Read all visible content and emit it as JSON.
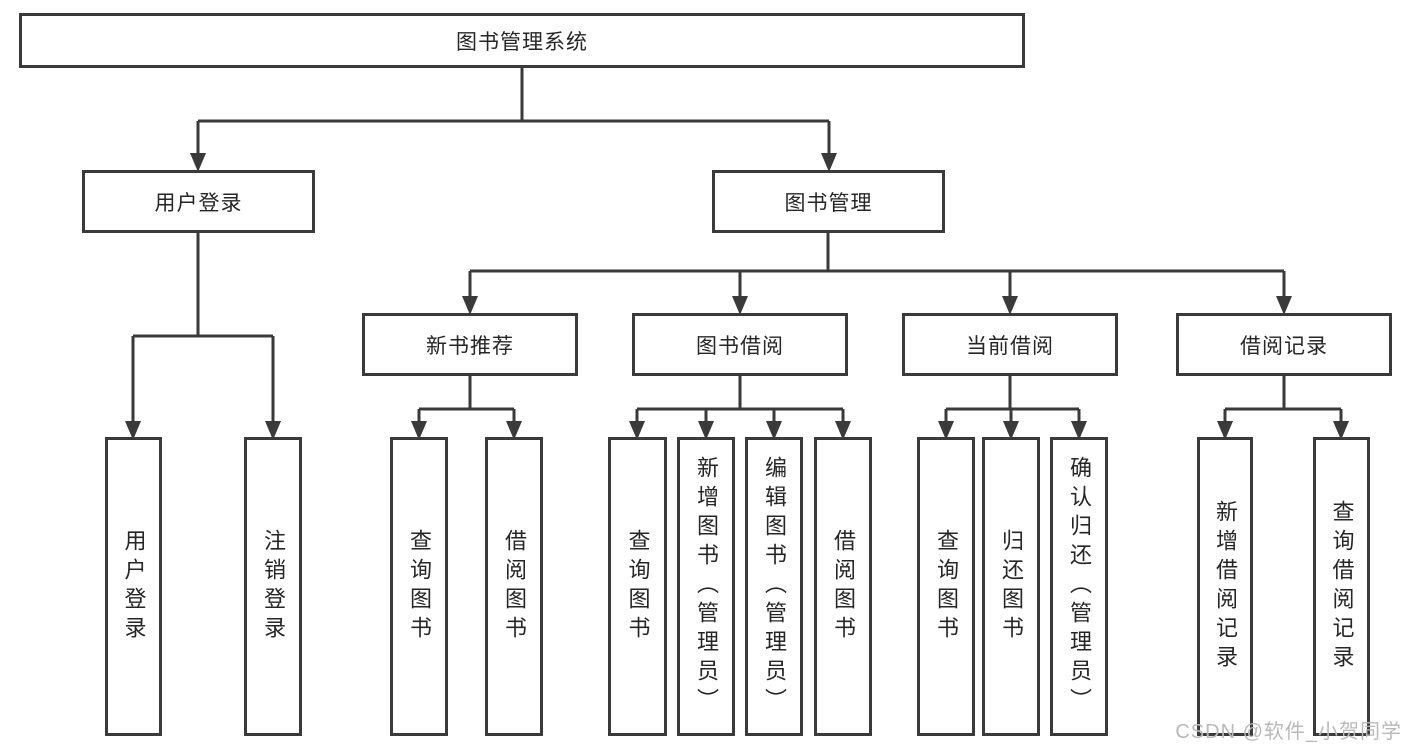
{
  "tree": {
    "root": {
      "label": "图书管理系统",
      "children": [
        {
          "label": "用户登录",
          "children": [
            {
              "label": "用户登录"
            },
            {
              "label": "注销登录"
            }
          ]
        },
        {
          "label": "图书管理",
          "children": [
            {
              "label": "新书推荐",
              "children": [
                {
                  "label": "查询图书"
                },
                {
                  "label": "借阅图书"
                }
              ]
            },
            {
              "label": "图书借阅",
              "children": [
                {
                  "label": "查询图书"
                },
                {
                  "label": "新增图书（管理员）"
                },
                {
                  "label": "编辑图书（管理员）"
                },
                {
                  "label": "借阅图书"
                }
              ]
            },
            {
              "label": "当前借阅",
              "children": [
                {
                  "label": "查询图书"
                },
                {
                  "label": "归还图书"
                },
                {
                  "label": "确认归还（管理员）"
                }
              ]
            },
            {
              "label": "借阅记录",
              "children": [
                {
                  "label": "新增借阅记录"
                },
                {
                  "label": "查询借阅记录"
                }
              ]
            }
          ]
        }
      ]
    }
  },
  "watermark": {
    "text": "CSDN @软件_小贺同学"
  },
  "colors": {
    "line": "#3a3a3a",
    "text": "#262626",
    "background": "#ffffff",
    "watermark": "#b9b9b9"
  }
}
